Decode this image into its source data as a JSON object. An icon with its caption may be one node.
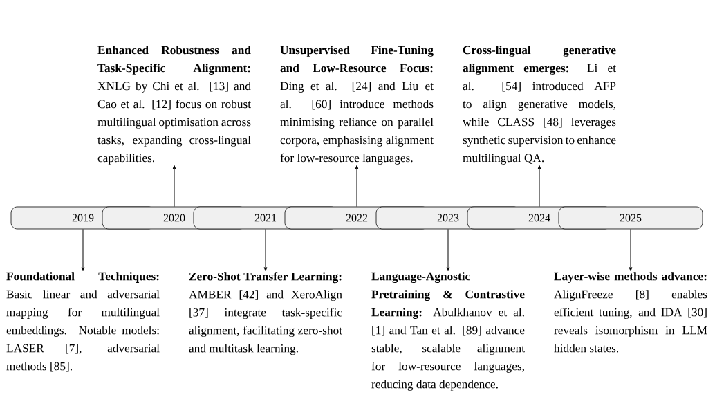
{
  "diagram": {
    "nodes": [
      {
        "text": [
          "2019"
        ]
      },
      {
        "text": [
          "2020"
        ]
      },
      {
        "text": [
          "2021"
        ]
      },
      {
        "text": [
          "2022"
        ]
      },
      {
        "text": [
          "2023"
        ]
      },
      {
        "text": [
          "2024"
        ]
      },
      {
        "text": [
          "2025"
        ]
      },
      {
        "text": [
          "Foundational Techniques:",
          "Basic linear and adversarial mapping for multilingual embeddings. Notable models: LASER [7], adversarial methods [85]."
        ]
      },
      {
        "text": [
          "Enhanced Robustness and Task-Specific Alignment:",
          "XNLG by Chi et al. [13] and Cao et al. [12] focus on robust multilingual optimisation across tasks, expanding cross-lingual capabilities."
        ]
      },
      {
        "text": [
          "Zero-Shot Transfer Learning:",
          "AMBER [42] and XeroAlign [37] integrate task-specific alignment, facilitating zero-shot and multitask learning."
        ]
      },
      {
        "text": [
          "Unsupervised Fine-Tuning and Low-Resource Focus:",
          "Ding et al. [24] and Liu et al. [60] introduce methods minimising reliance on parallel corpora, emphasising alignment for low-resource languages."
        ]
      },
      {
        "text": [
          "Language-Agnostic Pretraining & Contrastive Learning:",
          "Abulkhanov et al. [1] and Tan et al. [89] advance stable, scalable alignment for low-resource languages, reducing data dependence."
        ]
      },
      {
        "text": [
          "Cross-lingual generative alignment emerges:",
          "Li et al. [54] introduced AFP to align generative models, while CLASS [48] leverages synthetic supervision to enhance multilingual QA."
        ]
      },
      {
        "text": [
          "Layer-wise methods advance:",
          "AlignFreeze [8] enables efficient tuning, and IDA [30] reveals isomorphism in LLM hidden states."
        ]
      }
    ],
    "edges": [
      {
        "from": 0,
        "to": 7,
        "arrow": "to"
      },
      {
        "from": 1,
        "to": 8,
        "arrow": "to"
      },
      {
        "from": 2,
        "to": 9,
        "arrow": "to"
      },
      {
        "from": 3,
        "to": 10,
        "arrow": "to"
      },
      {
        "from": 4,
        "to": 11,
        "arrow": "to"
      },
      {
        "from": 5,
        "to": 12,
        "arrow": "to"
      },
      {
        "from": 6,
        "to": 13,
        "arrow": "to"
      }
    ]
  }
}
